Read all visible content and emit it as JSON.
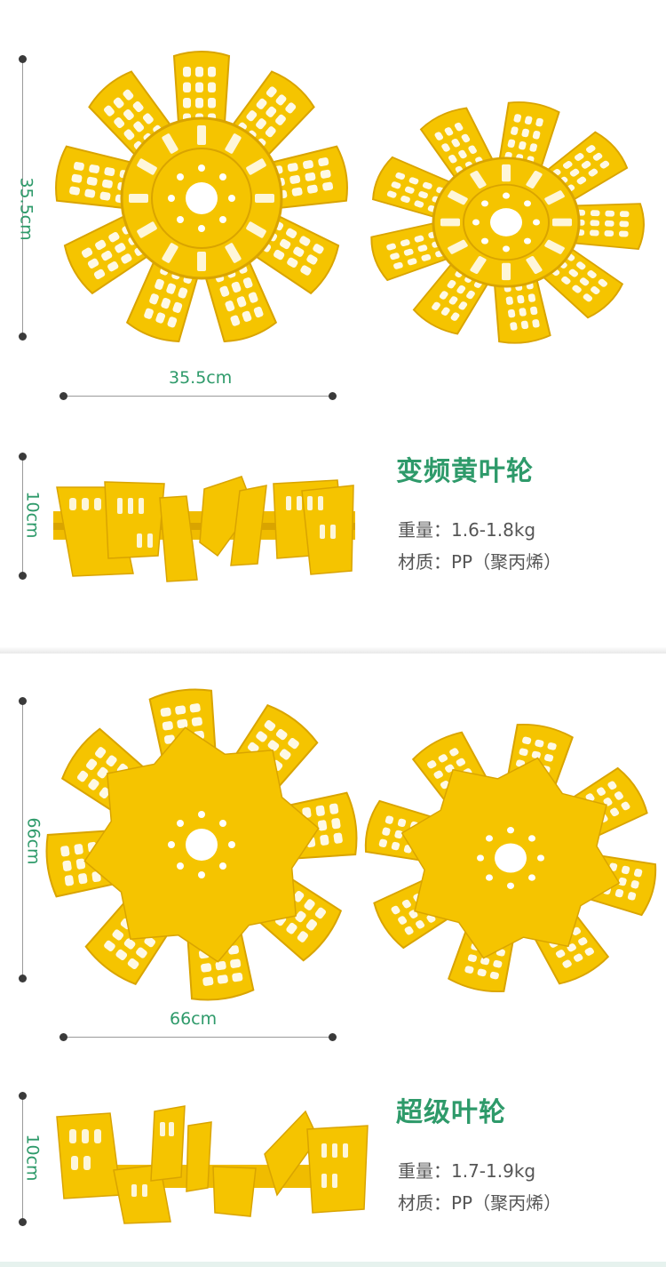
{
  "products": [
    {
      "name": "变频黄叶轮",
      "diameter_label": "35.5cm",
      "width_label": "35.5cm",
      "height_label": "10cm",
      "specs": [
        {
          "label": "重量：",
          "value": "1.6-1.8kg"
        },
        {
          "label": "材质：",
          "value": "PP（聚丙烯）"
        }
      ]
    },
    {
      "name": "超级叶轮",
      "diameter_label": "66cm",
      "width_label": "66cm",
      "height_label": "10cm",
      "specs": [
        {
          "label": "重量：",
          "value": "1.7-1.9kg"
        },
        {
          "label": "材质：",
          "value": "PP（聚丙烯）"
        }
      ]
    }
  ],
  "colors": {
    "accent_green": "#2e9a6a",
    "impeller_yellow": "#f5c400",
    "impeller_shadow": "#d9a400",
    "dimension_line": "#9a9a9a"
  }
}
